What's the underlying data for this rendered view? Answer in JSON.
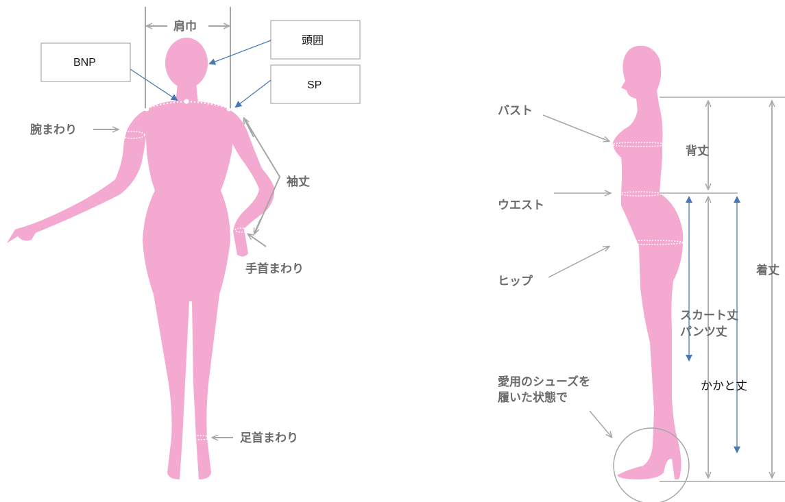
{
  "front": {
    "shoulder_width_label": "肩巾",
    "head_circumference_label": "頭囲",
    "bnp_label": "BNP",
    "sp_label": "SP",
    "arm_circumference_label": "腕まわり",
    "sleeve_length_label": "袖丈",
    "wrist_circumference_label": "手首まわり",
    "ankle_circumference_label": "足首まわり"
  },
  "side": {
    "bust_label": "バスト",
    "back_length_label": "背丈",
    "waist_label": "ウエスト",
    "hip_label": "ヒップ",
    "total_length_label": "着丈",
    "skirt_length_label": "スカート丈",
    "pants_length_label": "パンツ丈",
    "heel_length_label": "かかと丈",
    "shoes_note_line1": "愛用のシューズを",
    "shoes_note_line2": "履いた状態で"
  },
  "colors": {
    "body": "#f4a9d0",
    "gray_line": "#a6a6a6",
    "blue_arrow": "#4a78b5",
    "box_border": "#999999"
  }
}
